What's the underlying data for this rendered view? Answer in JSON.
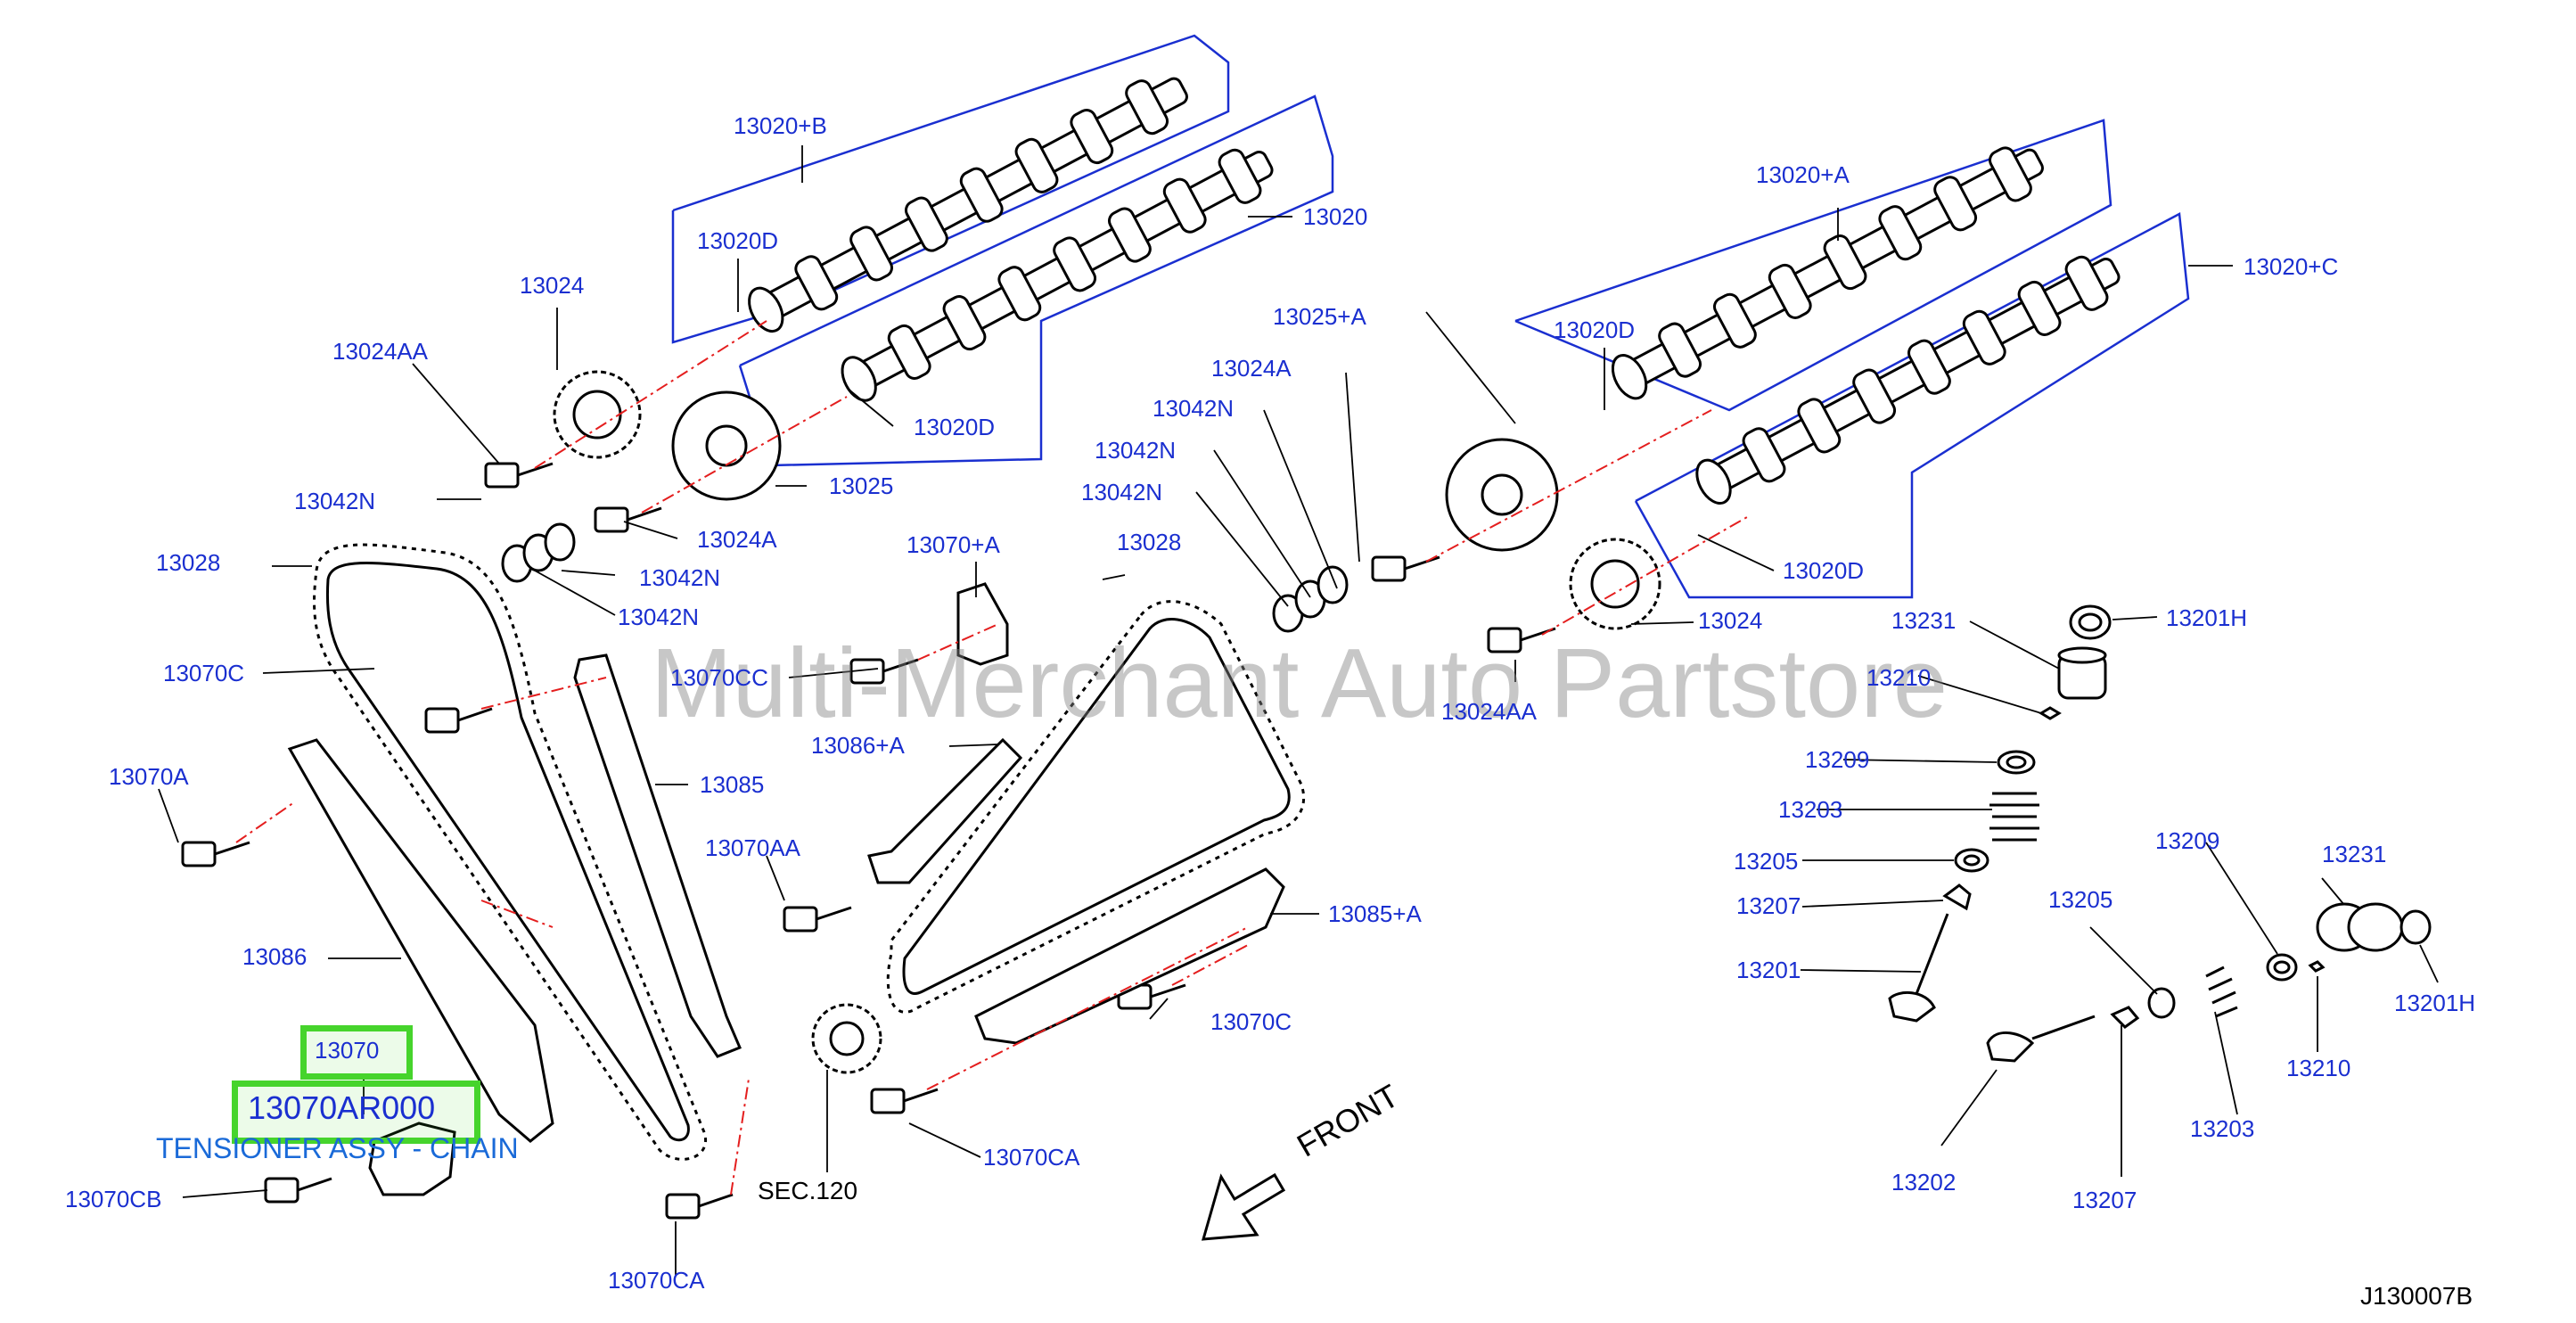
{
  "diagram": {
    "watermark": "Multi-Merchant Auto Partstore",
    "reference_code": "J130007B",
    "front_label": "FRONT",
    "section_ref": "SEC.120",
    "selected": {
      "part_no": "13070",
      "catalog_no": "13070AR000",
      "description": "TENSIONER ASSY - CHAIN"
    },
    "callouts": [
      "13020+B",
      "13020D",
      "13020",
      "13024",
      "13024AA",
      "13020D",
      "13025",
      "13024A",
      "13042N",
      "13042N",
      "13042N",
      "13028",
      "13070C",
      "13070A",
      "13085",
      "13086",
      "13070CC",
      "13070+A",
      "13086+A",
      "13070AA",
      "13070CB",
      "13070CA",
      "13025+A",
      "13024A",
      "13042N",
      "13042N",
      "13042N",
      "13028",
      "13024",
      "13024AA",
      "13020+A",
      "13020+C",
      "13020D",
      "13020D",
      "13085+A",
      "13070C",
      "13070CA",
      "13231",
      "13201H",
      "13210",
      "13209",
      "13203",
      "13205",
      "13207",
      "13201",
      "13209",
      "13231",
      "13205",
      "13201H",
      "13210",
      "13203",
      "13202",
      "13207"
    ]
  }
}
